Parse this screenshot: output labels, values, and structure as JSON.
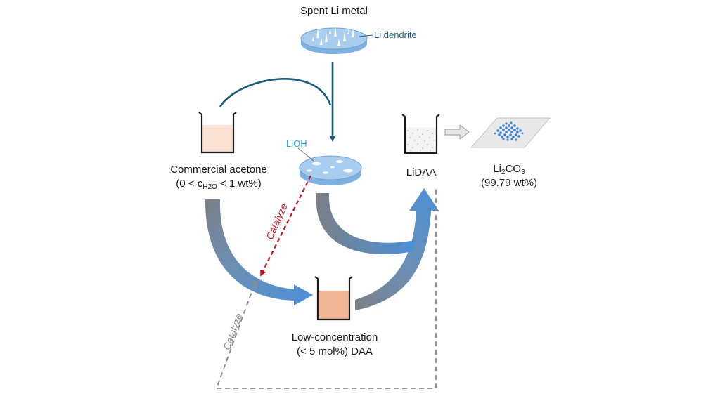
{
  "labels": {
    "spent_li_metal": "Spent Li metal",
    "li_dendrite": "Li dendrite",
    "lioh": "LiOH",
    "commercial_acetone": "Commercial acetone",
    "acetone_condition_prefix": "(0 < c",
    "acetone_condition_sub": "H2O",
    "acetone_condition_suffix": " < 1 wt%)",
    "lidaa": "LiDAA",
    "li2co3_prefix": "Li",
    "li2co3_sub1": "2",
    "li2co3_mid": "CO",
    "li2co3_sub2": "3",
    "li2co3_purity": "(99.79 wt%)",
    "low_concentration": "Low-concentration",
    "daa_condition": "(< 5 mol%) DAA",
    "catalyze_red": "Catalyze",
    "catalyze_gray": "Catalyze"
  },
  "colors": {
    "dark_blue_arrow": "#165c7d",
    "blue_gradient": "#4a90d9",
    "gray_gradient": "#7a8087",
    "catalyze_red": "#c0181c",
    "catalyze_gray": "#8a8a8a",
    "acetone_liquid": "#fbe0d4",
    "daa_liquid": "#f1b697",
    "disk_blue": "#a9cdef"
  }
}
